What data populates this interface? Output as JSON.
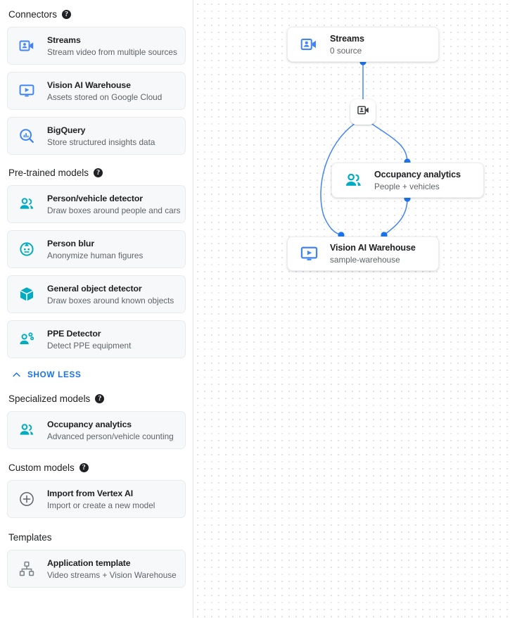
{
  "sidebar": {
    "sections": [
      {
        "id": "connectors",
        "title": "Connectors",
        "has_help": true,
        "items": [
          {
            "title": "Streams",
            "sub": "Stream video from multiple sources",
            "icon": "video-camera-person-icon",
            "color": "#4285f4"
          },
          {
            "title": "Vision AI Warehouse",
            "sub": "Assets stored on Google Cloud",
            "icon": "monitor-play-icon",
            "color": "#4285f4"
          },
          {
            "title": "BigQuery",
            "sub": "Store structured insights data",
            "icon": "bigquery-search-icon",
            "color": "#4285f4"
          }
        ]
      },
      {
        "id": "pretrained",
        "title": "Pre-trained models",
        "has_help": true,
        "items": [
          {
            "title": "Person/vehicle detector",
            "sub": "Draw boxes around people and cars",
            "icon": "people-icon",
            "color": "#00acc1"
          },
          {
            "title": "Person blur",
            "sub": "Anonymize human figures",
            "icon": "face-blur-icon",
            "color": "#00acc1"
          },
          {
            "title": "General object detector",
            "sub": "Draw boxes around known objects",
            "icon": "cube-icon",
            "color": "#00acc1"
          },
          {
            "title": "PPE Detector",
            "sub": "Detect PPE equipment",
            "icon": "ppe-person-icon",
            "color": "#00acc1"
          }
        ]
      },
      {
        "id": "specialized",
        "title": "Specialized models",
        "has_help": true,
        "items": [
          {
            "title": "Occupancy analytics",
            "sub": "Advanced person/vehicle counting",
            "icon": "people-icon",
            "color": "#00acc1"
          }
        ]
      },
      {
        "id": "custom",
        "title": "Custom models",
        "has_help": true,
        "items": [
          {
            "title": "Import from Vertex AI",
            "sub": "Import or create a new model",
            "icon": "plus-circle-icon",
            "color": "#5f6368"
          }
        ]
      },
      {
        "id": "templates",
        "title": "Templates",
        "has_help": false,
        "items": [
          {
            "title": "Application template",
            "sub": "Video streams + Vision Warehouse",
            "icon": "account-tree-icon",
            "color": "#80868b"
          }
        ]
      }
    ],
    "show_less_label": "SHOW LESS",
    "help_glyph": "?"
  },
  "canvas": {
    "nodes": [
      {
        "id": "streams",
        "title": "Streams",
        "sub": "0 source",
        "icon": "video-camera-person-icon",
        "color": "#4285f4"
      },
      {
        "id": "mini",
        "title": "",
        "sub": "",
        "icon": "video-camera-person-icon",
        "color": "#3c4043"
      },
      {
        "id": "occupancy",
        "title": "Occupancy analytics",
        "sub": "People + vehicles",
        "icon": "people-icon",
        "color": "#00acc1"
      },
      {
        "id": "warehouse",
        "title": "Vision AI Warehouse",
        "sub": "sample-warehouse",
        "icon": "monitor-play-icon",
        "color": "#4285f4"
      }
    ],
    "edge_color": "#4285f4",
    "dot_color": "#1a73e8",
    "grid_dot_color": "#e3e4e6"
  }
}
